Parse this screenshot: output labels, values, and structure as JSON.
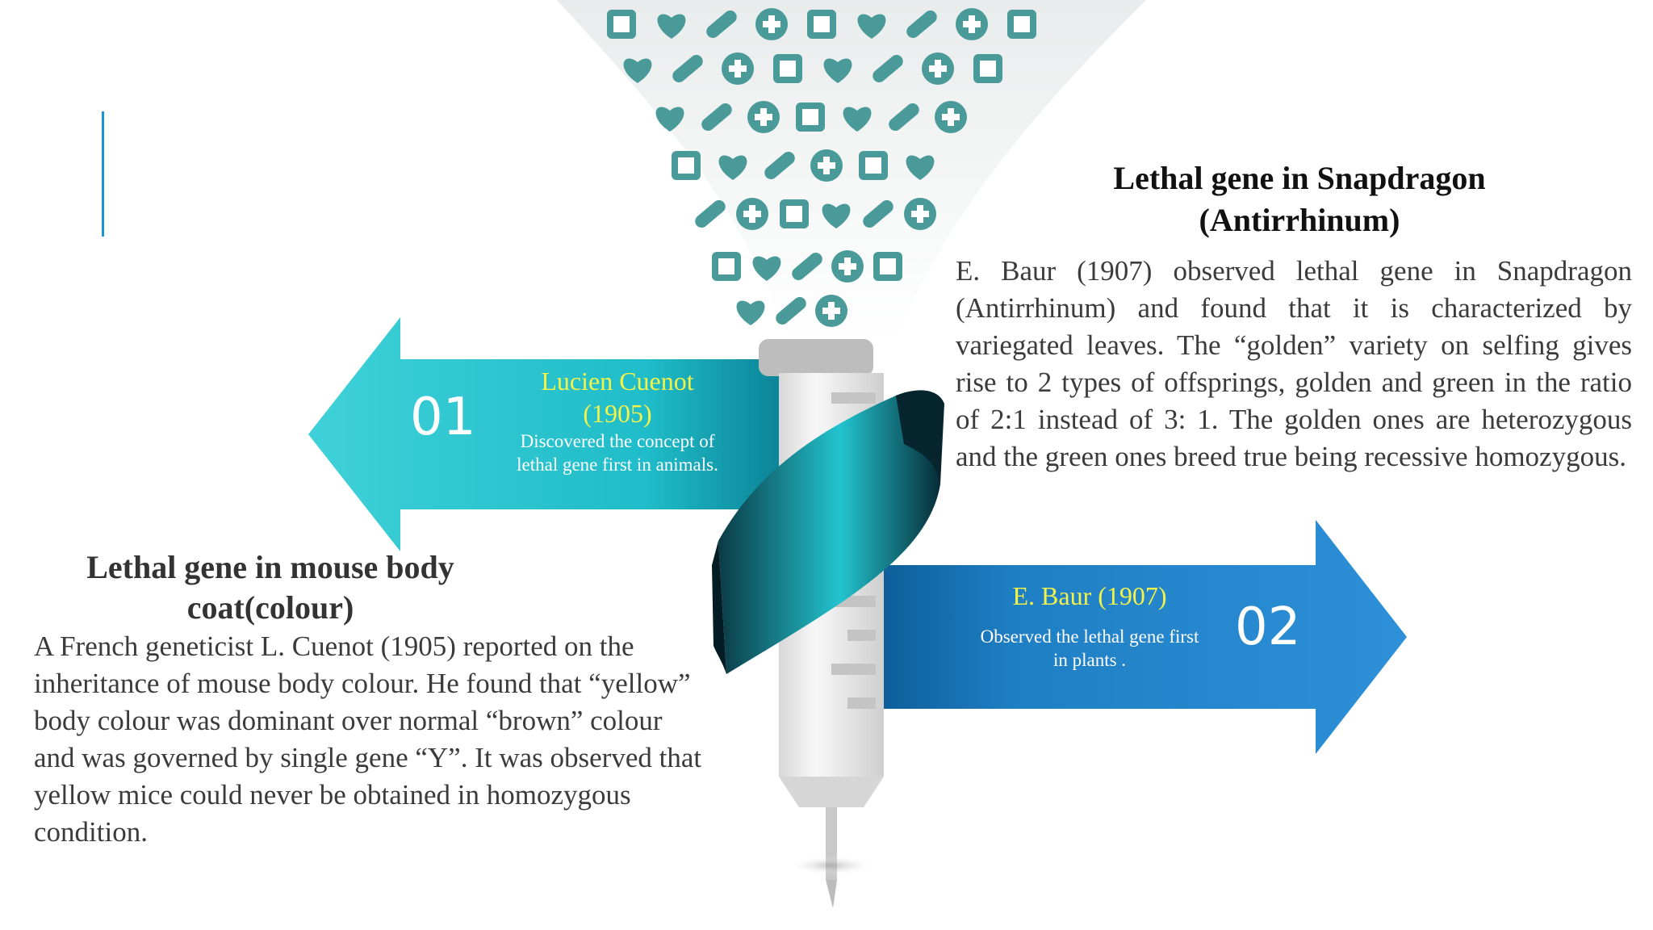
{
  "colors": {
    "accent": "#1a94d4",
    "teal": "#2bc6cf",
    "blue": "#2a8ad2",
    "icon": "#4a9a9a",
    "name_yellow": "#f3f34a"
  },
  "icons": [
    "lungs-icon",
    "caduceus-icon",
    "eye-icon",
    "intestine-icon",
    "hospital-bed-icon",
    "hospital-icon",
    "heart-icon",
    "pills-icon",
    "xray-hand-icon",
    "medical-cross-icon",
    "heart-monitor-icon",
    "first-aid-kit-icon",
    "molecule-icon",
    "ribbon-icon",
    "female-symbol-icon",
    "wheelchair-icon",
    "head-icon",
    "stomach-icon",
    "sperm-icon",
    "syringe-icon",
    "stretcher-icon",
    "atom-icon",
    "bandage-icon",
    "ecg-icon",
    "uterus-icon",
    "skull-icon",
    "tooth-icon",
    "radiation-icon",
    "mortar-icon",
    "kidney-icon",
    "blood-drop-icon",
    "helicopter-icon",
    "male-symbol-icon"
  ],
  "arrow1": {
    "number": "01",
    "name_line1": "Lucien Cuenot",
    "name_line2": "(1905)",
    "desc_line1": "Discovered the concept of",
    "desc_line2": "lethal gene first in animals."
  },
  "arrow2": {
    "number": "02",
    "name": "E. Baur (1907)",
    "desc_line1": "Observed the lethal gene first",
    "desc_line2": "in plants ."
  },
  "snapdragon": {
    "title_line1": "Lethal gene in Snapdragon",
    "title_line2": "(Antirrhinum)",
    "body": "E. Baur (1907) observed lethal gene in Snapdragon (Antirrhinum) and found that it is characterized by variegated leaves. The “golden” variety on selfing gives rise to 2 types of offsprings, golden and green in the ratio of 2:1 instead of 3: 1. The golden ones are heterozygous and the green ones breed true being recessive homozygous."
  },
  "mouse": {
    "title_line1": "Lethal gene in mouse body",
    "title_line2": "coat(colour)",
    "body": "A French geneticist L. Cuenot (1905) reported on the inheritance of mouse body colour. He found that “yellow” body colour was dominant over normal “brown” colour and was governed by single gene “Y”. It was observed that yellow mice could never be obtained in homozygous condition."
  }
}
